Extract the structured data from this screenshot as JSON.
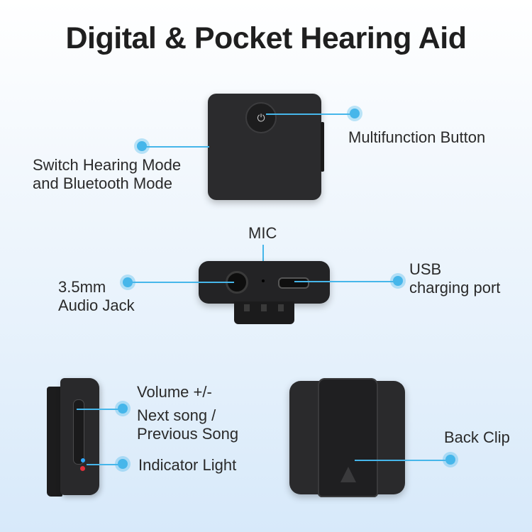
{
  "title": "Digital & Pocket Hearing Aid",
  "labels": {
    "multifunction_button": "Multifunction Button",
    "switch_mode_line1": "Switch Hearing Mode",
    "switch_mode_line2": "and Bluetooth Mode",
    "mic": "MIC",
    "audio_jack_line1": "3.5mm",
    "audio_jack_line2": "Audio Jack",
    "usb_line1": "USB",
    "usb_line2": "charging port",
    "volume": "Volume +/-",
    "next_song_line1": "Next song /",
    "next_song_line2": "Previous Song",
    "indicator_light": "Indicator Light",
    "back_clip": "Back Clip"
  },
  "icons": {
    "power": "⏻"
  },
  "colors": {
    "accent": "#46b6ea",
    "device": "#2b2b2d",
    "led_blue": "#2fa8ff",
    "led_red": "#e0303a"
  }
}
